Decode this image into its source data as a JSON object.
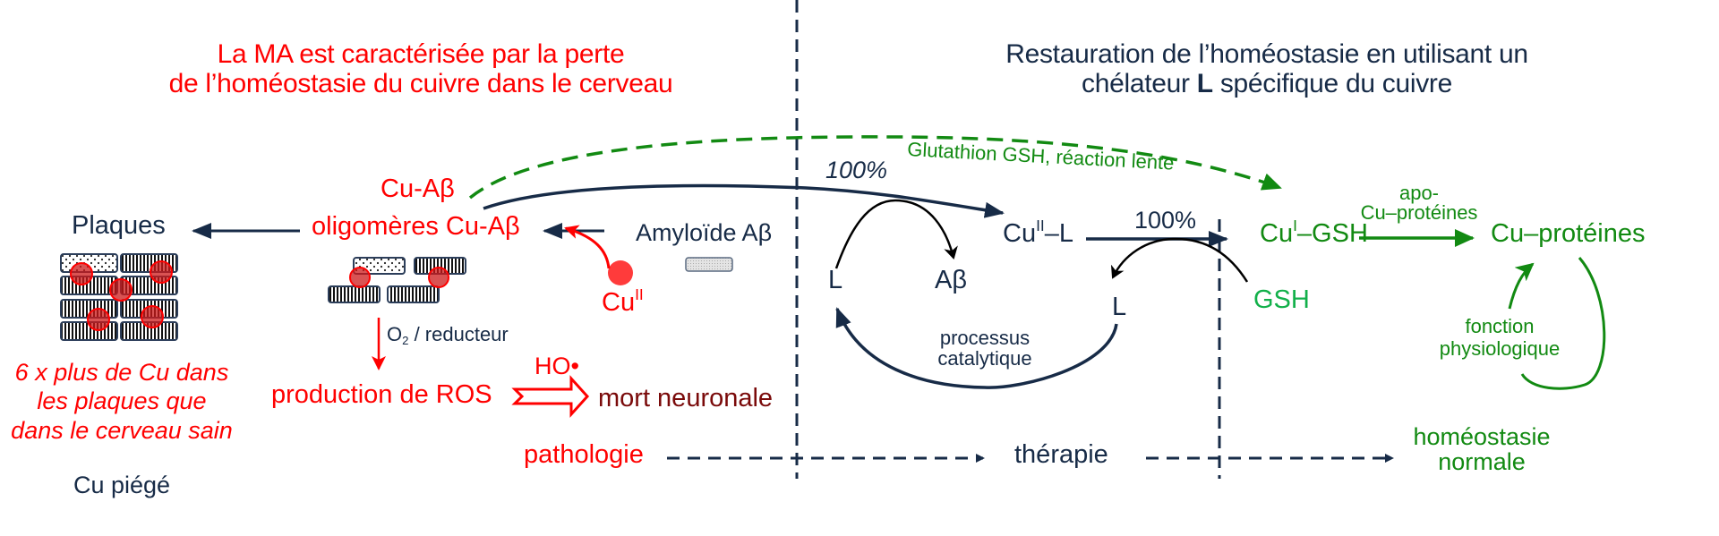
{
  "left_title": {
    "line1": "La MA est caractérisée par la perte",
    "line2": "de l’homéostasie du cuivre dans le cerveau"
  },
  "right_title": {
    "line1": "Restauration de l’homéostasie en utilisant un",
    "line2_pre": "chélateur ",
    "line2_bold": "L",
    "line2_post": " spécifique du cuivre"
  },
  "pathology": {
    "plaques": "Plaques",
    "cu_abeta": "Cu-Aβ",
    "oligomers": "oligomères Cu-Aβ",
    "amyloid": "Amyloïde Aβ",
    "cu_ii_base": "Cu",
    "cu_ii_sup": "II",
    "o2_base": "O",
    "o2_sub": "2",
    "reducer": " / reducteur",
    "ros": "production de ROS",
    "ho_radical": "HO•",
    "neuronal_death": "mort neuronale",
    "plaques_note": [
      "6 x plus de Cu dans",
      "les plaques que",
      "dans le cerveau sain"
    ],
    "trapped_cu": "Cu piégé"
  },
  "therapy": {
    "glutathione_note": "Glutathion GSH, réaction lente",
    "pct_top": "100%",
    "pct_mid": "100%",
    "l_left": "L",
    "abeta": "Aβ",
    "cu_l_base": "Cu",
    "cu_l_sup": "II",
    "cu_l_post": "–L",
    "l_right": "L",
    "gsh": "GSH",
    "catalytic": [
      "processus",
      "catalytique"
    ],
    "cu_gsh_base": "Cu",
    "cu_gsh_sup": "I",
    "cu_gsh_post": "–GSH",
    "apo": [
      "apo-",
      "Cu–protéines"
    ],
    "cu_proteins": "Cu–protéines",
    "physio": [
      "fonction",
      "physiologique"
    ]
  },
  "timeline": {
    "pathology": "pathologie",
    "therapy": "thérapie",
    "homeostasis": [
      "homéostasie",
      "normale"
    ]
  },
  "colors": {
    "red": "#ff0000",
    "navy": "#172b47",
    "green": "#128a12",
    "light_green": "#12b04a",
    "dark_red": "#7a0a0a"
  }
}
